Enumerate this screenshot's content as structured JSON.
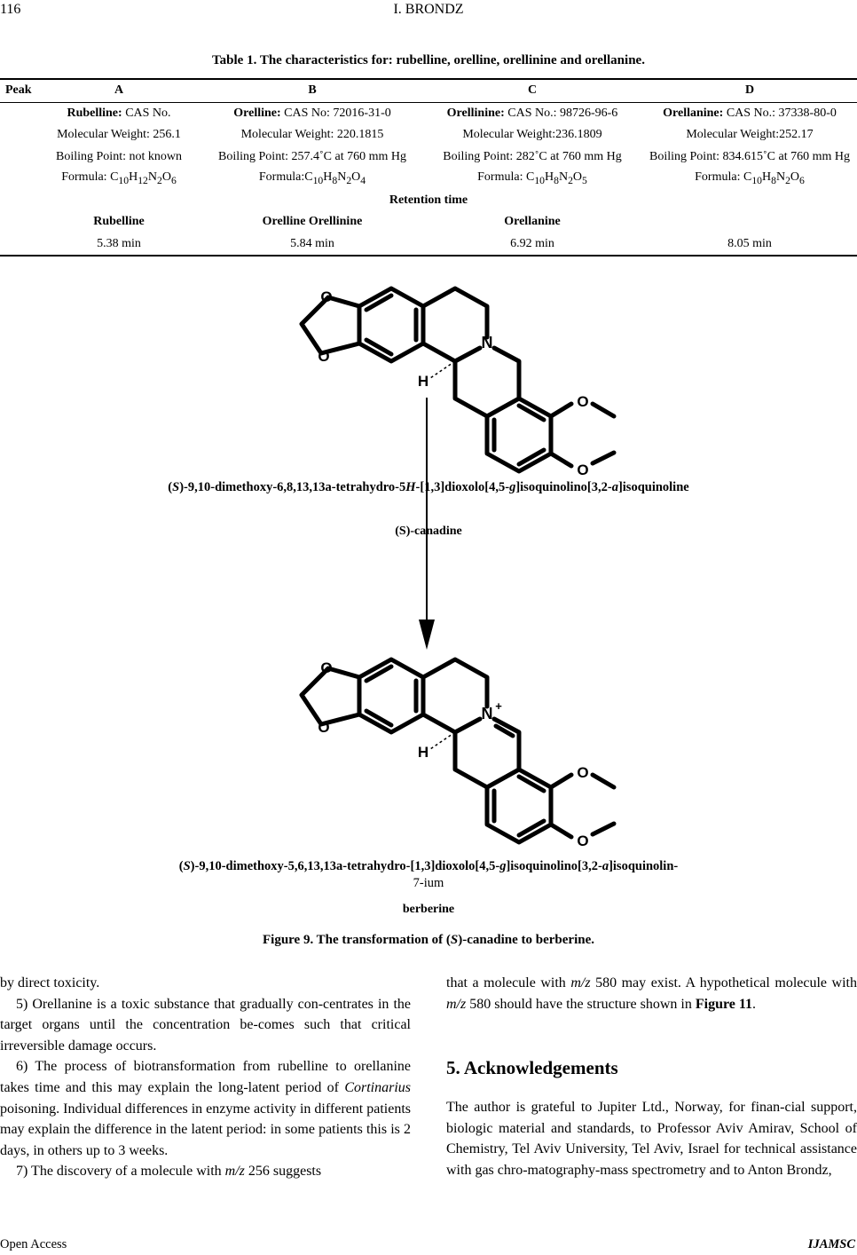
{
  "header": {
    "page_number": "116",
    "author": "I. BRONDZ"
  },
  "table": {
    "caption": "Table 1. The characteristics for: rubelline, orelline, orellinine and orellanine.",
    "headers": [
      "Peak",
      "A",
      "B",
      "C",
      "D"
    ],
    "rows": [
      {
        "A_bold": "Rubelline:",
        "A_text": " CAS No.",
        "B_bold": "Orelline:",
        "B_text": " CAS No: 72016-31-0",
        "C_bold": "Orellinine:",
        "C_text": " CAS No.: 98726-96-6",
        "D_bold": "Orellanine:",
        "D_text": " CAS No.: 37338-80-0"
      },
      {
        "A": "Molecular Weight: 256.1",
        "B": "Molecular Weight: 220.1815",
        "C": "Molecular Weight:236.1809",
        "D": "Molecular Weight:252.17"
      },
      {
        "A": "Boiling Point: not known",
        "B": "Boiling Point: 257.4˚C at 760 mm Hg",
        "C": "Boiling Point: 282˚C at 760 mm Hg",
        "D": "Boiling Point: 834.615˚C at 760 mm Hg"
      }
    ],
    "formula_label": "Formula: ",
    "formula_label_b": "Formula:",
    "formulas": {
      "A": [
        "C",
        "10",
        "H",
        "12",
        "N",
        "2",
        "O",
        "6"
      ],
      "B": [
        "C",
        "10",
        "H",
        "8",
        "N",
        "2",
        "O",
        "4"
      ],
      "C": [
        "C",
        "10",
        "H",
        "8",
        "N",
        "2",
        "O",
        "5"
      ],
      "D": [
        "C",
        "10",
        "H",
        "8",
        "N",
        "2",
        "O",
        "6"
      ]
    },
    "retention_title": "Retention time",
    "retention_names": [
      "Rubelline",
      "Orelline Orellinine",
      "Orellanine",
      ""
    ],
    "retention_values": [
      "5.38 min",
      "5.84 min",
      "6.92 min",
      "8.05 min"
    ]
  },
  "figure": {
    "atom_O": "O",
    "atom_N": "N",
    "atom_H": "H",
    "plus": "+",
    "name1_s": "S",
    "name1_a": "-9,10-dimethoxy-6,8,13,13a-tetrahydro-5",
    "name1_h": "H",
    "name1_b": "-[1,3]dioxolo[4,5-",
    "name1_g": "g",
    "name1_c": "]isoquinolino[3,2-",
    "name1_italic_a": "a",
    "name1_d": "]isoquinoline",
    "trivial1": "(S)-canadine",
    "name2_s": "S",
    "name2_a": "-9,10-dimethoxy-5,6,13,13a-tetrahydro-[1,3]dioxolo[4,5-",
    "name2_g": "g",
    "name2_b": "]isoquinolino[3,2-",
    "name2_italic_a": "a",
    "name2_c": "]isoquinolin-",
    "name2_line2": "7-ium",
    "trivial2": "berberine",
    "caption_a": "Figure 9. The transformation of (",
    "caption_s": "S",
    "caption_b": ")-canadine to berberine."
  },
  "left_column": {
    "p1": "by direct toxicity.",
    "p2": "5) Orellanine is a toxic substance that gradually con-centrates in the target organs until the concentration be-comes such that critical irreversible damage occurs.",
    "p3_a": "6) The process of biotransformation from rubelline to orellanine takes time and this may explain the long-latent period of ",
    "p3_em": "Cortinarius",
    "p3_b": " poisoning. Individual differences in enzyme activity in different patients may explain the difference in the latent period: in some patients this is 2 days, in others up to 3 weeks.",
    "p4_a": "7) The discovery of a molecule with ",
    "p4_em": "m/z",
    "p4_b": " 256 suggests"
  },
  "right_column": {
    "p1_a": "that a molecule with ",
    "p1_em1": "m/z",
    "p1_b": " 580 may exist. A hypothetical molecule with ",
    "p1_em2": "m/z",
    "p1_c": " 580 should have the structure shown in ",
    "p1_bold": "Figure 11",
    "p1_d": ".",
    "section_title": "5. Acknowledgements",
    "p2": "The author is grateful to Jupiter Ltd., Norway, for finan-cial support, biologic material and standards, to Professor Aviv Amirav, School of Chemistry, Tel Aviv University, Tel Aviv, Israel for technical assistance with gas chro-matography-mass spectrometry and to Anton Brondz,"
  },
  "footer": {
    "left": "Open Access",
    "right": "IJAMSC"
  }
}
